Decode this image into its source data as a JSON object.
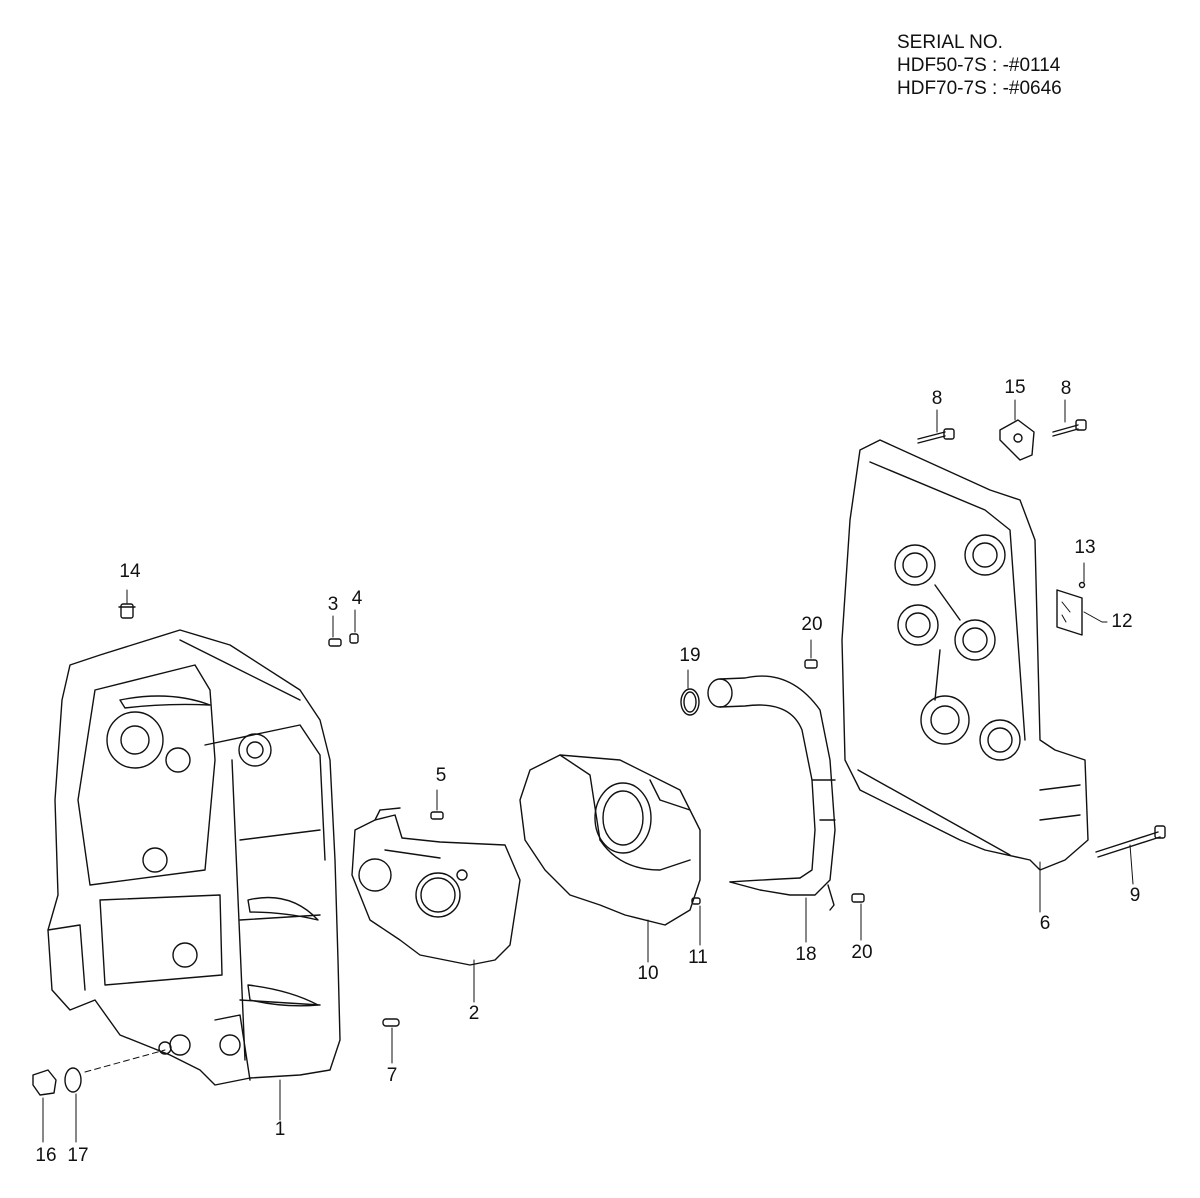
{
  "serial": {
    "title": "SERIAL NO.",
    "lines": [
      "HDF50-7S : -#0114",
      "HDF70-7S : -#0646"
    ]
  },
  "callouts": [
    {
      "id": "l1",
      "text": "1"
    },
    {
      "id": "l2",
      "text": "2"
    },
    {
      "id": "l3",
      "text": "3"
    },
    {
      "id": "l4",
      "text": "4"
    },
    {
      "id": "l5",
      "text": "5"
    },
    {
      "id": "l6",
      "text": "6"
    },
    {
      "id": "l7",
      "text": "7"
    },
    {
      "id": "l8a",
      "text": "8"
    },
    {
      "id": "l8b",
      "text": "8"
    },
    {
      "id": "l9",
      "text": "9"
    },
    {
      "id": "l10",
      "text": "10"
    },
    {
      "id": "l11",
      "text": "11"
    },
    {
      "id": "l12",
      "text": "12"
    },
    {
      "id": "l13",
      "text": "13"
    },
    {
      "id": "l14",
      "text": "14"
    },
    {
      "id": "l15",
      "text": "15"
    },
    {
      "id": "l16",
      "text": "16"
    },
    {
      "id": "l17",
      "text": "17"
    },
    {
      "id": "l18",
      "text": "18"
    },
    {
      "id": "l19",
      "text": "19"
    },
    {
      "id": "l20a",
      "text": "20"
    },
    {
      "id": "l20b",
      "text": "20"
    }
  ]
}
